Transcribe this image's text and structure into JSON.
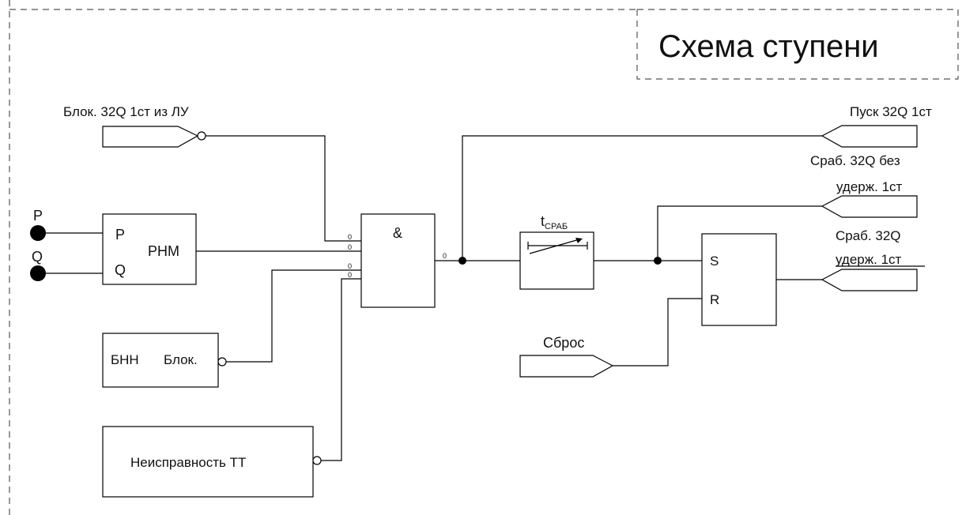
{
  "title": "Схема ступени",
  "inputs": {
    "block_lu": "Блок. 32Q 1ст из ЛУ",
    "reset": "Сброс",
    "p_terminal": "P",
    "q_terminal": "Q"
  },
  "blocks": {
    "rnm_p": "P",
    "rnm_q": "Q",
    "rnm_name": "РНМ",
    "bnn_name": "БНН",
    "bnn_block": "Блок.",
    "ct_fault": "Неисправность  ТТ",
    "and_symbol": "&",
    "timer_t": "t",
    "timer_sub": "СРАБ",
    "sr_s": "S",
    "sr_r": "R"
  },
  "pin_labels": {
    "and_in1": "0",
    "and_in2": "0",
    "and_in3": "0",
    "and_in4": "0",
    "and_out": "0"
  },
  "outputs": {
    "start_line1": "Пуск 32Q 1ст",
    "trip_nohold_line1": "Сраб. 32Q без",
    "trip_nohold_line2": "удерж. 1ст",
    "trip_hold_line1": "Сраб. 32Q",
    "trip_hold_line2": "удерж. 1ст"
  }
}
